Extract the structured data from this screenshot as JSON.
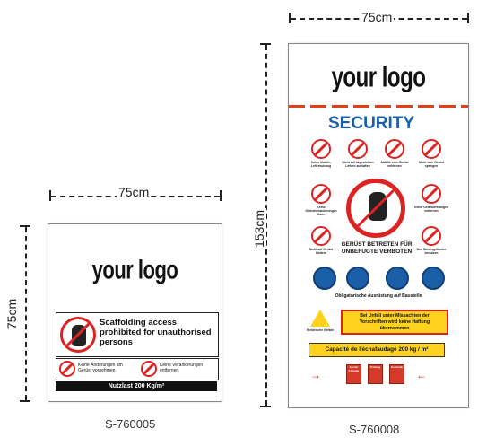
{
  "left_product": {
    "dim_width": "75cm",
    "dim_height": "75cm",
    "logo": "your logo",
    "warning_text": "Scaffolding access prohibited for unauthorised persons",
    "note1": "Keine Änderungen am Gerüst vornehmen.",
    "note2": "Keine Verankerungen entfernen.",
    "load_text": "Nutzlast 200 Kg/m²",
    "code": "S-760005"
  },
  "right_product": {
    "dim_width": "75cm",
    "dim_height": "153cm",
    "logo": "your logo",
    "security_title": "SECURITY",
    "row1_labels": [
      "Keine Mobile-Leiternutzung",
      "Nicht auf abgestellten Leitern aufhalten",
      "Abfälle vom Gerüst entfernen",
      "Nicht vom Gerüst springen"
    ],
    "side_left_top": "Keine Gerüstverankerungen lösen",
    "side_right_top": "Keine Geländerstangen entfernen",
    "side_left_bottom": "Nicht auf Gerüst klettern",
    "side_right_bottom": "Den Schutzgeländer benutzen",
    "main_warning": "GERÜST BETRETEN FÜR UNBEFUGTE VERBOTEN",
    "ppe_label": "Obligatorische Ausrüstung auf Baustelle",
    "hazard_small": "Elektrische Gefahr",
    "liability_text": "Bei Unfall unter Missachten der Vorschriften wird keine Haftung übernommen",
    "capacity_text": "Capacité de l'échafaudage 200 kg / m²",
    "bottom_boxes": [
      "Gerüst freigabe",
      "Prüfung",
      "Kontrolle"
    ],
    "code": "S-760008"
  },
  "colors": {
    "prohibition_red": "#d22222",
    "security_blue": "#1a5fa8",
    "caution_yellow": "#ffd21e"
  },
  "icons": [
    "prohibition-sign-icon",
    "stop-hand-icon",
    "hard-hat-icon",
    "ear-protection-icon",
    "gloves-icon",
    "safety-boots-icon",
    "electric-hazard-icon",
    "arrow-right-icon",
    "arrow-left-icon"
  ]
}
